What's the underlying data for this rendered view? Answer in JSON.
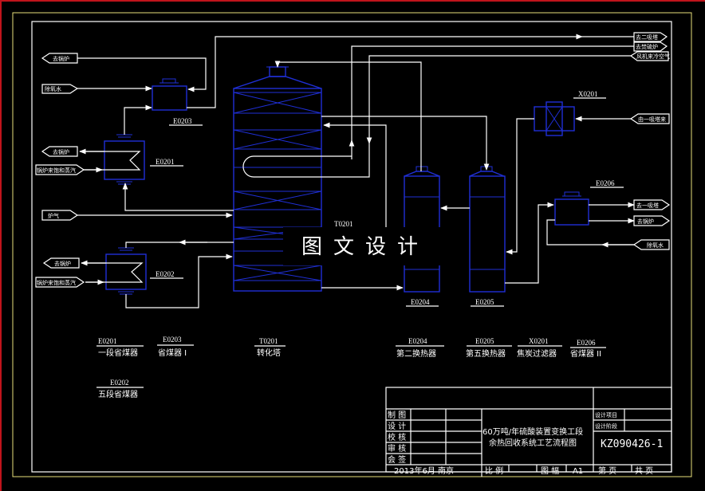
{
  "drawing": {
    "watermark": "图文设计",
    "colors": {
      "outer_frame": "#c0141c",
      "inner_frame": "#e8e07a",
      "border": "#ffffff",
      "equipment": "#1f2fd6",
      "line": "#ffffff"
    },
    "stream_tags": {
      "left_to_boiler_1": "去锅炉",
      "left_deox_water": "除氧水",
      "left_to_boiler_2": "去锅炉",
      "left_sat_steam_1": "锅炉来饱和蒸汽",
      "left_furnace_gas": "炉气",
      "left_to_boiler_3": "去锅炉",
      "left_sat_steam_2": "锅炉来饱和蒸汽",
      "right_to_2nd_absorber": "去二吸塔",
      "right_to_sulfur_furnace": "去焚硫炉",
      "right_fan_cold_air": "风机来冷空气",
      "right_from_1st_absorber": "由一吸塔来",
      "right_to_1st_absorber": "去一吸塔",
      "right_to_boiler": "去锅炉",
      "right_deox_water": "除氧水"
    },
    "equipment_tags": {
      "e0203": "E0203",
      "e0201": "E0201",
      "e0202": "E0202",
      "t0201": "T0201",
      "e0204": "E0204",
      "e0205": "E0205",
      "x0201": "X0201",
      "e0206": "E0206"
    },
    "legend": [
      {
        "code": "E0201",
        "name": "一段省煤器"
      },
      {
        "code": "E0203",
        "name": "省煤器 I"
      },
      {
        "code": "T0201",
        "name": "转化塔"
      },
      {
        "code": "E0204",
        "name": "第二换热器"
      },
      {
        "code": "E0205",
        "name": "第五换热器"
      },
      {
        "code": "X0201",
        "name": "焦炭过滤器"
      },
      {
        "code": "E0206",
        "name": "省煤器 II"
      },
      {
        "code": "E0202",
        "name": "五段省煤器"
      }
    ],
    "title_block": {
      "roles": [
        "制 图",
        "设 计",
        "校 核",
        "审 核",
        "会 签"
      ],
      "date_place": "2013年6月  南京",
      "title_line1": "60万吨/年硫酸装置变换工段",
      "title_line2": "余热回收系统工艺流程图",
      "design_project": "设计项目",
      "design_stage": "设计阶段",
      "drawing_no": "KZ090426-1",
      "scale_label": "比 例",
      "sheet_label": "图 幅",
      "sheet_size": "A1",
      "page_label": "第    页",
      "total_label": "共    页"
    }
  }
}
